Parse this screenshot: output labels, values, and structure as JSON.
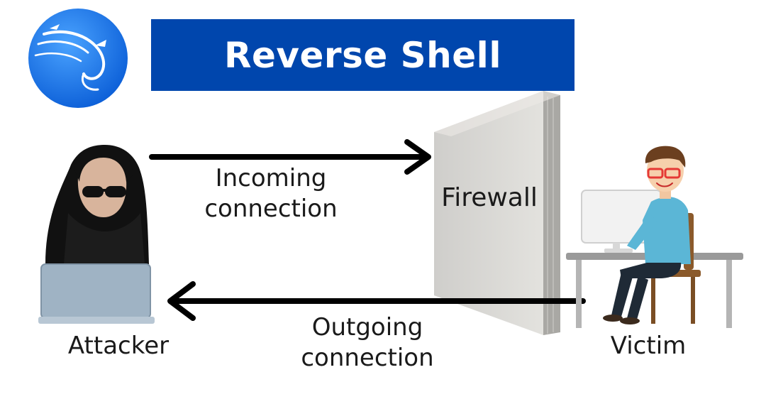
{
  "title": "Reverse Shell",
  "labels": {
    "incoming_line1": "Incoming",
    "incoming_line2": "connection",
    "outgoing_line1": "Outgoing",
    "outgoing_line2": "connection",
    "firewall": "Firewall",
    "attacker": "Attacker",
    "victim": "Victim"
  },
  "icons": {
    "logo": "kali-dragon-logo-icon",
    "attacker": "hooded-hacker-icon",
    "victim": "person-at-computer-icon",
    "firewall": "wall-icon"
  },
  "colors": {
    "banner": "#0046ad",
    "logo_blue": "#1a73e8",
    "arrow": "#000000",
    "firewall_face": "#d9d8d4",
    "firewall_side": "#a9a8a4"
  }
}
